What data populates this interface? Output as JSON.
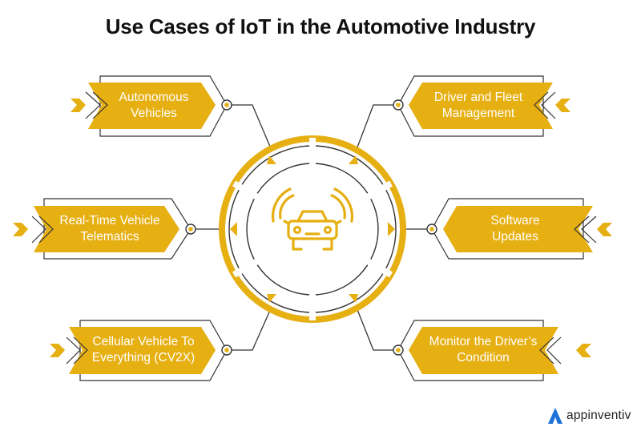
{
  "title": "Use Cases of IoT in the Automotive Industry",
  "colors": {
    "accent": "#E6AF12",
    "stroke": "#333333",
    "background": "#FFFFFF",
    "logo": "#1E73D8"
  },
  "center_icon": "connected-car-icon",
  "use_cases": [
    {
      "label": "Autonomous\nVehicles",
      "side": "left"
    },
    {
      "label": "Real-Time Vehicle\nTelematics",
      "side": "left"
    },
    {
      "label": "Cellular Vehicle To\nEverything (CV2X)",
      "side": "left"
    },
    {
      "label": "Driver and Fleet\nManagement",
      "side": "right"
    },
    {
      "label": "Software\nUpdates",
      "side": "right"
    },
    {
      "label": "Monitor the Driver’s\nCondition",
      "side": "right"
    }
  ],
  "brand": {
    "name": "appinventiv",
    "icon": "appinventiv-logo-icon"
  }
}
